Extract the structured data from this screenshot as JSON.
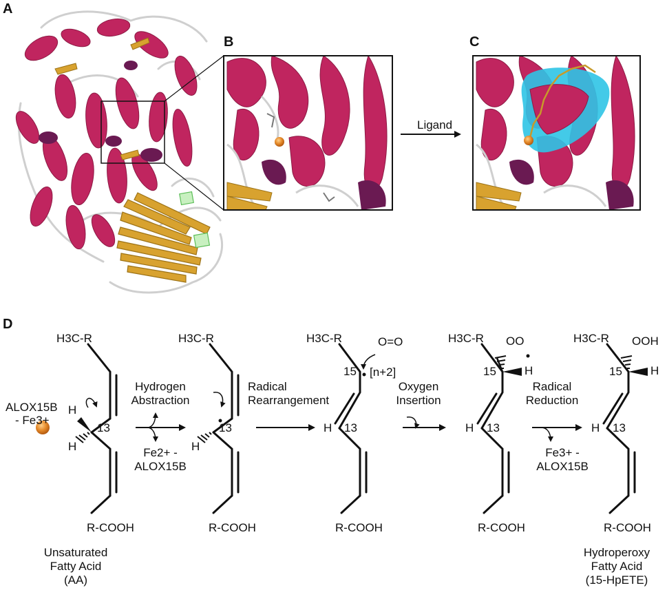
{
  "panels": {
    "a": "A",
    "b": "B",
    "c": "C",
    "d": "D"
  },
  "top": {
    "arrow_label": "Ligand"
  },
  "mechanism": {
    "s1": {
      "top": "H3C-R",
      "bottom": "R-COOH",
      "enzyme_l1": "ALOX15B",
      "enzyme_l2": "- Fe3+",
      "h_upper": "H",
      "h_lower": "H",
      "c13": "13"
    },
    "step1": {
      "l1": "Hydrogen",
      "l2": "Abstraction",
      "fe_l1": "Fe2+ -",
      "fe_l2": "ALOX15B"
    },
    "s2": {
      "top": "H3C-R",
      "bottom": "R-COOH",
      "h": "H",
      "c13": "13"
    },
    "step2": {
      "l1": "Radical",
      "l2": "Rearrangement"
    },
    "s3": {
      "top": "H3C-R",
      "bottom": "R-COOH",
      "o2": "O=O",
      "c15": "15",
      "n2": "[n+2]",
      "h": "H",
      "c13": "13"
    },
    "step3": {
      "l1": "Oxygen",
      "l2": "Insertion"
    },
    "s4": {
      "top": "H3C-R",
      "bottom": "R-COOH",
      "oo": "OO",
      "c15": "15",
      "h15": "H",
      "h": "H",
      "c13": "13"
    },
    "step4": {
      "l1": "Radical",
      "l2": "Reduction",
      "fe_l1": "Fe3+ -",
      "fe_l2": "ALOX15B"
    },
    "s5": {
      "top": "H3C-R",
      "bottom": "R-COOH",
      "ooh": "OOH",
      "c15": "15",
      "h15": "H",
      "h": "H",
      "c13": "13"
    },
    "captions": {
      "left": [
        "Unsaturated",
        "Fatty Acid",
        "(AA)"
      ],
      "right": [
        "Hydroperoxy",
        "Fatty Acid",
        "(15-HpETE)"
      ]
    }
  },
  "colors": {
    "helix": "#c0255f",
    "sheet": "#d8a22f",
    "loop": "#c8c8c8",
    "dark_helix": "#6a1a52",
    "iron": "#e07b20",
    "ligand_surface": "#2fc4e6"
  }
}
